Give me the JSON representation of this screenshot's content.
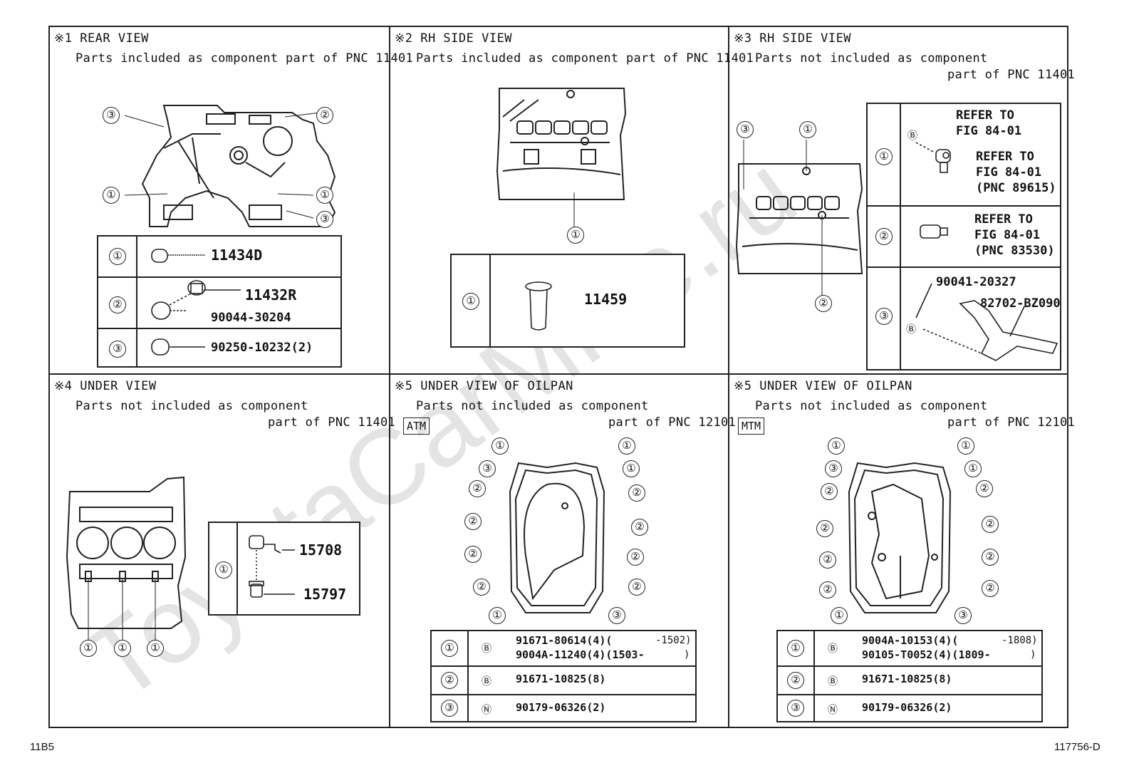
{
  "panels": {
    "p1": {
      "title": "※1 REAR VIEW",
      "line1": "Parts included as component part of PNC 11401",
      "rows": [
        {
          "n": "①",
          "parts": [
            "11434D"
          ]
        },
        {
          "n": "②",
          "parts": [
            "11432R",
            "90044-30204"
          ]
        },
        {
          "n": "③",
          "parts": [
            "90250-10232(2)"
          ]
        }
      ]
    },
    "p2": {
      "title": "※2 RH SIDE VIEW",
      "line1": "Parts included as component part of PNC 11401",
      "rows": [
        {
          "n": "①",
          "parts": [
            "11459"
          ]
        }
      ]
    },
    "p3": {
      "title": "※3 RH SIDE VIEW",
      "line1": "Parts not included as component",
      "line2": "part of PNC 11401",
      "r1a": "REFER TO",
      "r1b": "FIG 84-01",
      "r1c": "REFER TO",
      "r1d": "FIG 84-01",
      "r1e": "(PNC 89615)",
      "r2a": "REFER TO",
      "r2b": "FIG 84-01",
      "r2c": "(PNC 83530)",
      "r3a": "90041-20327",
      "r3b": "82702-BZ090"
    },
    "p4": {
      "title": "※4 UNDER VIEW",
      "line1": "Parts not included as component",
      "line2": "part of PNC 11401",
      "parts": [
        "15708",
        "15797"
      ]
    },
    "p5": {
      "title": "※5 UNDER VIEW OF OILPAN",
      "line1": "Parts not included as component",
      "line2": "part of PNC 12101",
      "tag": "ATM",
      "r1a": "91671-80614(4)(",
      "r1a2": "-1502)",
      "r1b": "9004A-11240(4)(1503-",
      "r1b2": ")",
      "r2": "91671-10825(8)",
      "r3": "90179-06326(2)"
    },
    "p6": {
      "title": "※5 UNDER VIEW OF OILPAN",
      "line1": "Parts not included as component",
      "line2": "part of PNC 12101",
      "tag": "MTM",
      "r1a": "9004A-10153(4)(",
      "r1a2": "-1808)",
      "r1b": "90105-T0052(4)(1809-",
      "r1b2": ")",
      "r2": "91671-10825(8)",
      "r3": "90179-06326(2)"
    }
  },
  "symbols": {
    "one": "①",
    "two": "②",
    "three": "③",
    "b": "Ⓑ",
    "n": "Ⓝ"
  },
  "footer": {
    "left": "11B5",
    "right": "117756-D"
  },
  "watermark": "ToyotaCarMine.ru"
}
